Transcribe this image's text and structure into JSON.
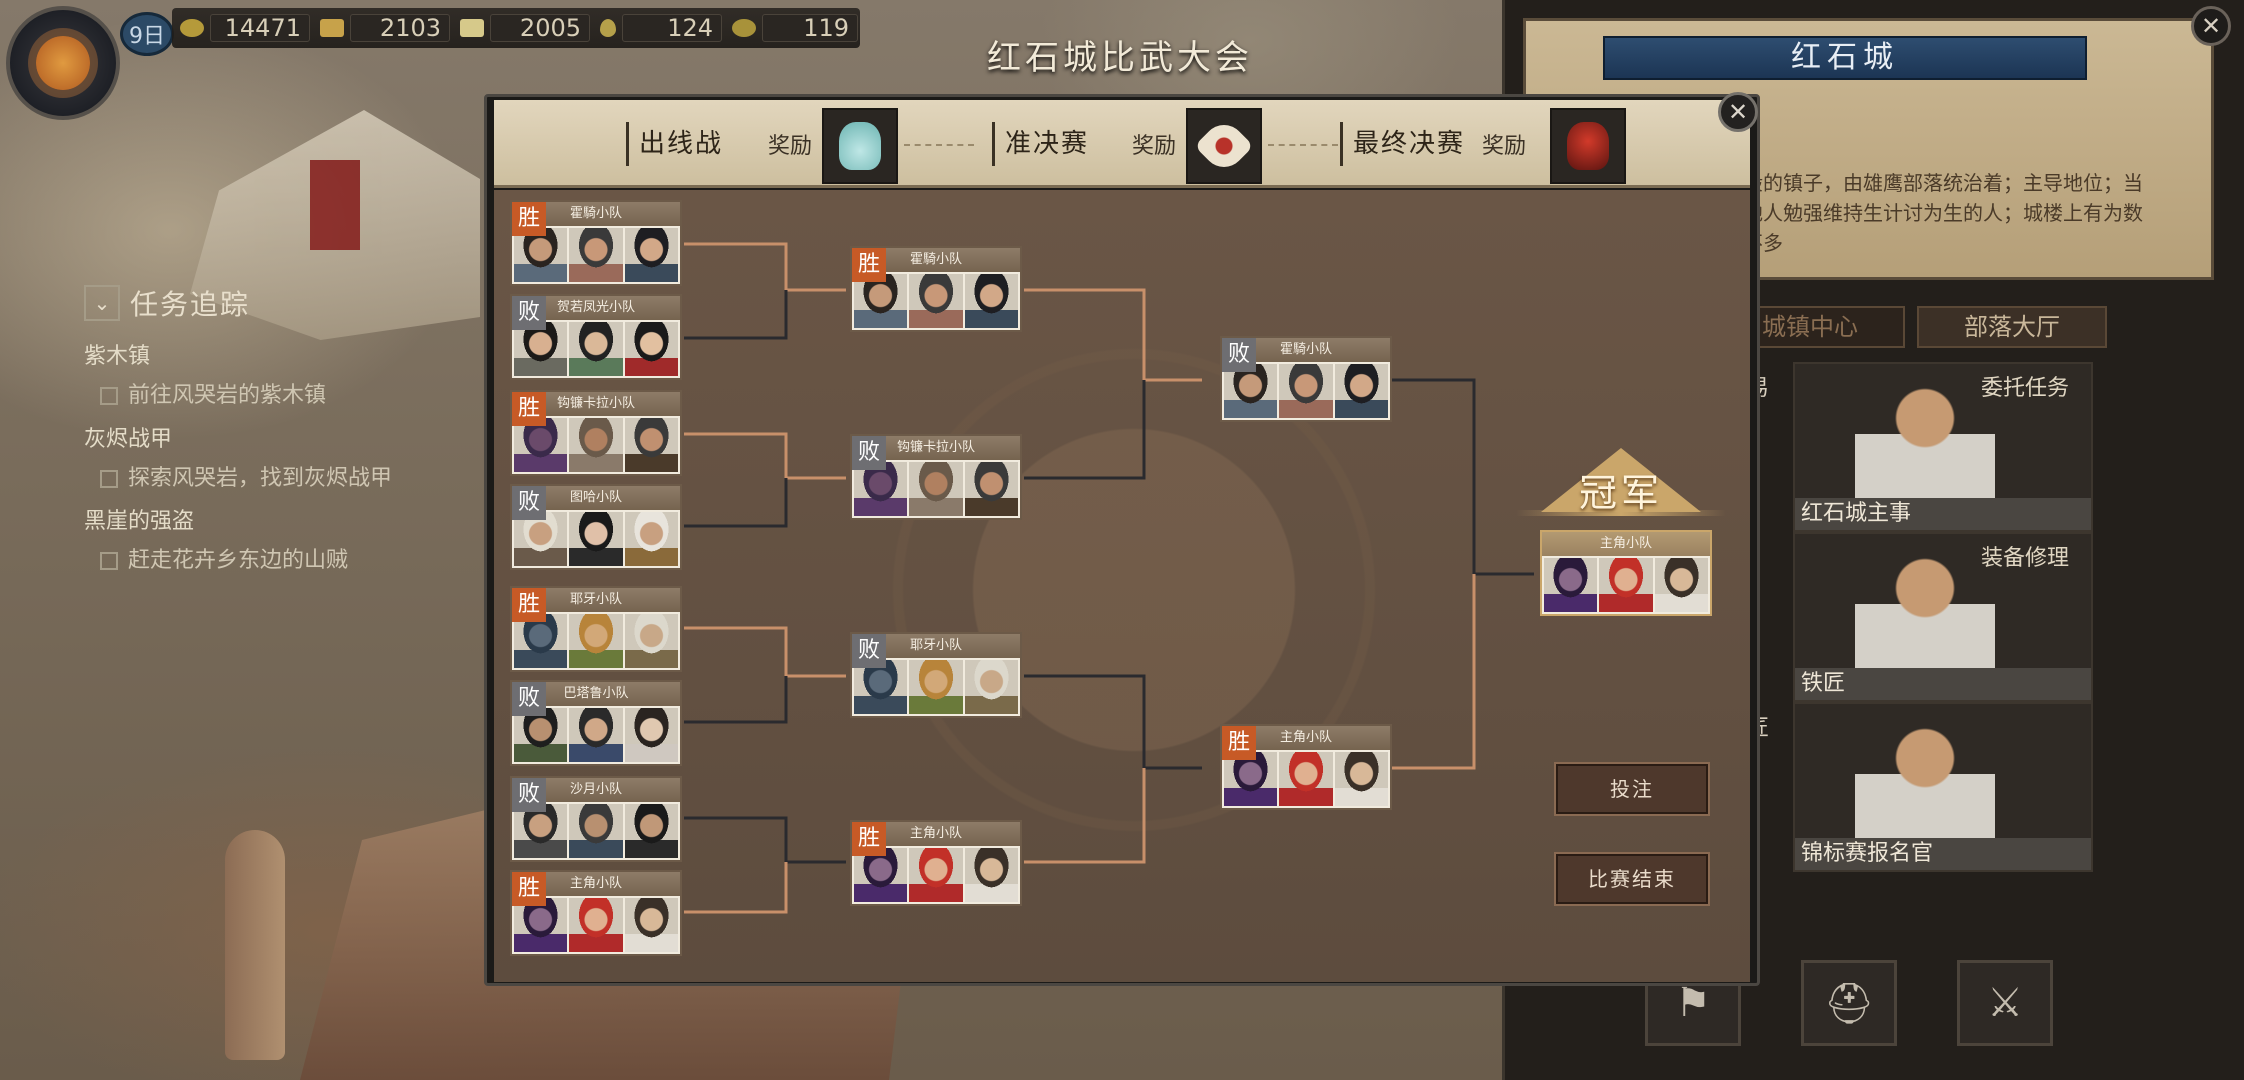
{
  "hud": {
    "day": "9日",
    "resources": [
      {
        "icon": "coin-icon",
        "value": "14471"
      },
      {
        "icon": "ingot-icon",
        "value": "2103"
      },
      {
        "icon": "silver-icon",
        "value": "2005"
      },
      {
        "icon": "water-drop-icon",
        "value": "124"
      },
      {
        "icon": "horn-icon",
        "value": "119"
      }
    ]
  },
  "quest": {
    "title": "任务追踪",
    "groups": [
      {
        "name": "紫木镇",
        "task": "前往风哭岩的紫木镇"
      },
      {
        "name": "灰烬战甲",
        "task": "探索风哭岩，找到灰烬战甲"
      },
      {
        "name": "黑崖的强盗",
        "task": "赶走花卉乡东边的山贼"
      }
    ]
  },
  "event": {
    "title": "红石城比武大会"
  },
  "rewards": {
    "round1": "出线战",
    "round2": "准决赛",
    "round3": "最终决赛",
    "reward_label": "奖励"
  },
  "bracket": {
    "round1": [
      {
        "name": "霍騎小队",
        "result": "胜"
      },
      {
        "name": "贺若凤光小队",
        "result": "败"
      },
      {
        "name": "钩镰卡拉小队",
        "result": "胜"
      },
      {
        "name": "图哈小队",
        "result": "败"
      },
      {
        "name": "耶牙小队",
        "result": "胜"
      },
      {
        "name": "巴塔鲁小队",
        "result": "败"
      },
      {
        "name": "沙月小队",
        "result": "败"
      },
      {
        "name": "主角小队",
        "result": "胜"
      }
    ],
    "round2": [
      {
        "name": "霍騎小队",
        "result": "胜"
      },
      {
        "name": "钩镰卡拉小队",
        "result": "败"
      },
      {
        "name": "耶牙小队",
        "result": "败"
      },
      {
        "name": "主角小队",
        "result": "胜"
      }
    ],
    "round3": [
      {
        "name": "霍騎小队",
        "result": "败"
      },
      {
        "name": "主角小队",
        "result": "胜"
      }
    ],
    "champion": {
      "label": "冠军",
      "name": "主角小队"
    }
  },
  "buttons": {
    "bet": "投注",
    "end": "比赛结束"
  },
  "city": {
    "name": "红石城",
    "description": "般的镇子，由雄鹰部落统治着；主导地位；当地人勉强维持生计讨为生的人；城楼上有为数不多",
    "tabs": [
      "城镇中心",
      "部落大厅"
    ],
    "cards": [
      {
        "left": "贸易",
        "right": "委托任务",
        "name": "红石城主事"
      },
      {
        "left": "",
        "right": "装备修理",
        "name": "铁匠"
      },
      {
        "left": "工匠",
        "right": "",
        "name": "锦标赛报名官"
      }
    ]
  }
}
